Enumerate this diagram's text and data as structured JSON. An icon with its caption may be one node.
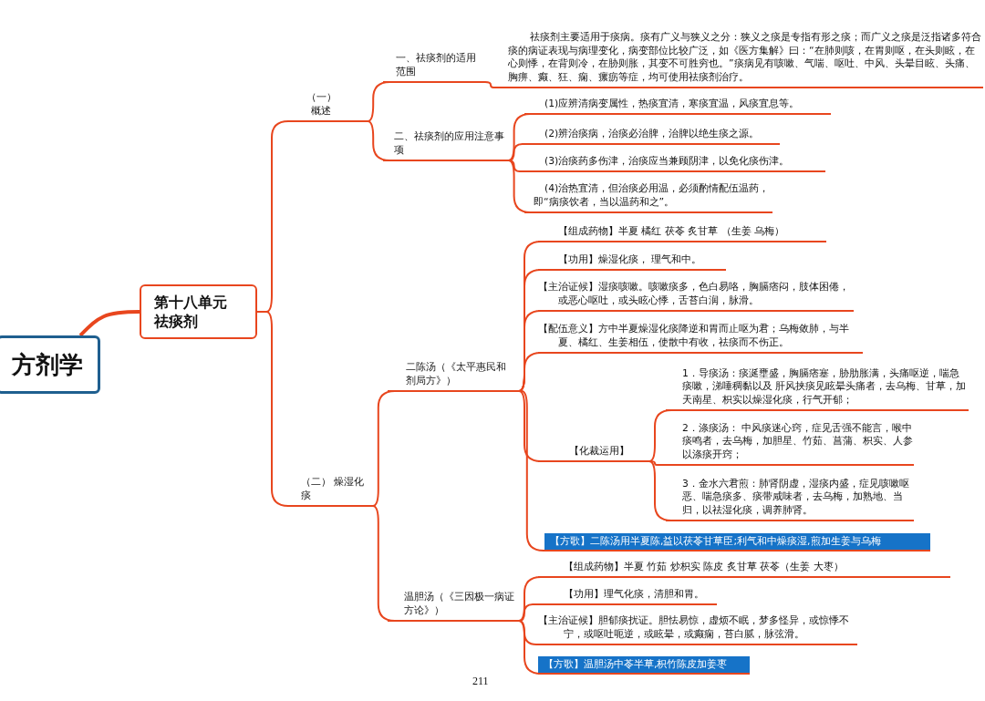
{
  "diagram": {
    "nodes": [
      {
        "text": [
          "方剂学"
        ]
      },
      {
        "text": [
          "第十八单元祛痰剂"
        ]
      },
      {
        "text": [
          "（一）概述"
        ]
      },
      {
        "text": [
          "一、祛痰剂的适用范围"
        ]
      },
      {
        "text": [
          "祛痰剂主要适用于痰病。痰有广义与狭义之分：狭义之痰是专指有形之痰；而广义之痰是泛指诸多符合痰的病证表现与病理变化，病变部位比较广泛，如《医方集解》曰：“在肺则咳，在胃则呕，在头则眩，在心则悸，在背则冷，在胁则胀，其变不可胜穷也。”痰病见有咳嗽、气喘、呕吐、中风、头晕目眩、头痛、胸痹、癫、狂、痫、瘰疬等症，均可使用祛痰剂治疗。"
        ]
      },
      {
        "text": [
          "二、祛痰剂的应用注意事项"
        ]
      },
      {
        "text": [
          "(1)应辨清病变属性，热痰宜清，寒痰宜温，风痰宜息等。"
        ]
      },
      {
        "text": [
          "(2)辨治痰病，治痰必治脾，治脾以绝生痰之源。"
        ]
      },
      {
        "text": [
          "(3)治痰药多伤津，治痰应当兼顾阴津，以免化痰伤津。"
        ]
      },
      {
        "text": [
          "(4)治热宜清，但治痰必用温，必须酌情配伍温药，即“病痰饮者，当以温药和之”。"
        ]
      },
      {
        "text": [
          "（二） 燥湿化痰"
        ]
      },
      {
        "text": [
          "二陈汤（《太平惠民和剂局方》）"
        ]
      },
      {
        "text": [
          "【组成药物】半夏 橘红 茯苓 炙甘草 （生姜 乌梅）"
        ]
      },
      {
        "text": [
          "【功用】燥湿化痰， 理气和中。"
        ]
      },
      {
        "text": [
          "【主治证候】湿痰咳嗽。咳嗽痰多，色白易咯，胸膈痞闷，肢体困倦，或恶心呕吐，或头眩心悸，舌苔白润，脉滑。"
        ]
      },
      {
        "text": [
          "【配伍意义】方中半夏燥湿化痰降逆和胃而止呕为君；乌梅敛肺，与半夏、橘红、生姜相伍，使散中有收，祛痰而不伤正。"
        ]
      },
      {
        "text": [
          "【化裁运用】"
        ]
      },
      {
        "text": [
          "1．导痰汤：痰涎壅盛，胸膈痞塞，胁肋胀满，头痛呕逆，喘急痰嗽，涕唾稠黏以及 肝风挟痰见眩晕头痛者，去乌梅、甘草，加天南星、枳实以燥湿化痰，行气开郁；"
        ]
      },
      {
        "text": [
          "2．涤痰汤： 中风痰迷心窍，症见舌强不能言，喉中痰鸣者，去乌梅，加胆星、竹茹、菖蒲、枳实、人参以涤痰开窍；"
        ]
      },
      {
        "text": [
          "3．金水六君煎：肺肾阴虚，湿痰内盛，症见咳嗽呕恶、喘急痰多、痰带咸味者，去乌梅，加熟地、当归，以祛湿化痰，调养肺肾。"
        ]
      },
      {
        "text": [
          "【方歌】二陈汤用半夏陈,益以茯苓甘草臣;利气和中燥痰湿,煎加生姜与乌梅"
        ]
      },
      {
        "text": [
          "温胆汤（《三因极一病证方论》）"
        ]
      },
      {
        "text": [
          "【组成药物】半夏 竹茹 炒枳实 陈皮 炙甘草 茯苓（生姜 大枣）"
        ]
      },
      {
        "text": [
          "【功用】理气化痰，清胆和胃。"
        ]
      },
      {
        "text": [
          "【主治证候】胆郁痰扰证。胆怯易惊，虚烦不眠，梦多怪异，或惊悸不宁，或呕吐呃逆，或眩晕，或癫痫，苔白腻，脉弦滑。"
        ]
      },
      {
        "text": [
          "【方歌】温胆汤中苓半草,枳竹陈皮加姜枣"
        ]
      }
    ],
    "edges": [
      {
        "from": 0,
        "to": 1,
        "arrow": "none",
        "style": "thick"
      },
      {
        "from": 1,
        "to": 2,
        "arrow": "none"
      },
      {
        "from": 1,
        "to": 10,
        "arrow": "none"
      },
      {
        "from": 2,
        "to": 3,
        "arrow": "none"
      },
      {
        "from": 2,
        "to": 5,
        "arrow": "none"
      },
      {
        "from": 3,
        "to": 4,
        "arrow": "none"
      },
      {
        "from": 5,
        "to": 6,
        "arrow": "none"
      },
      {
        "from": 5,
        "to": 7,
        "arrow": "none"
      },
      {
        "from": 5,
        "to": 8,
        "arrow": "none"
      },
      {
        "from": 5,
        "to": 9,
        "arrow": "none"
      },
      {
        "from": 10,
        "to": 11,
        "arrow": "none"
      },
      {
        "from": 10,
        "to": 21,
        "arrow": "none"
      },
      {
        "from": 11,
        "to": 12,
        "arrow": "none"
      },
      {
        "from": 11,
        "to": 13,
        "arrow": "none"
      },
      {
        "from": 11,
        "to": 14,
        "arrow": "none"
      },
      {
        "from": 11,
        "to": 15,
        "arrow": "none"
      },
      {
        "from": 11,
        "to": 16,
        "arrow": "none"
      },
      {
        "from": 11,
        "to": 20,
        "arrow": "none"
      },
      {
        "from": 16,
        "to": 17,
        "arrow": "none"
      },
      {
        "from": 16,
        "to": 18,
        "arrow": "none"
      },
      {
        "from": 16,
        "to": 19,
        "arrow": "none"
      },
      {
        "from": 21,
        "to": 22,
        "arrow": "none"
      },
      {
        "from": 21,
        "to": 23,
        "arrow": "none"
      },
      {
        "from": 21,
        "to": 24,
        "arrow": "none"
      },
      {
        "from": 21,
        "to": 25,
        "arrow": "none"
      }
    ],
    "labels": [
      "211"
    ]
  }
}
